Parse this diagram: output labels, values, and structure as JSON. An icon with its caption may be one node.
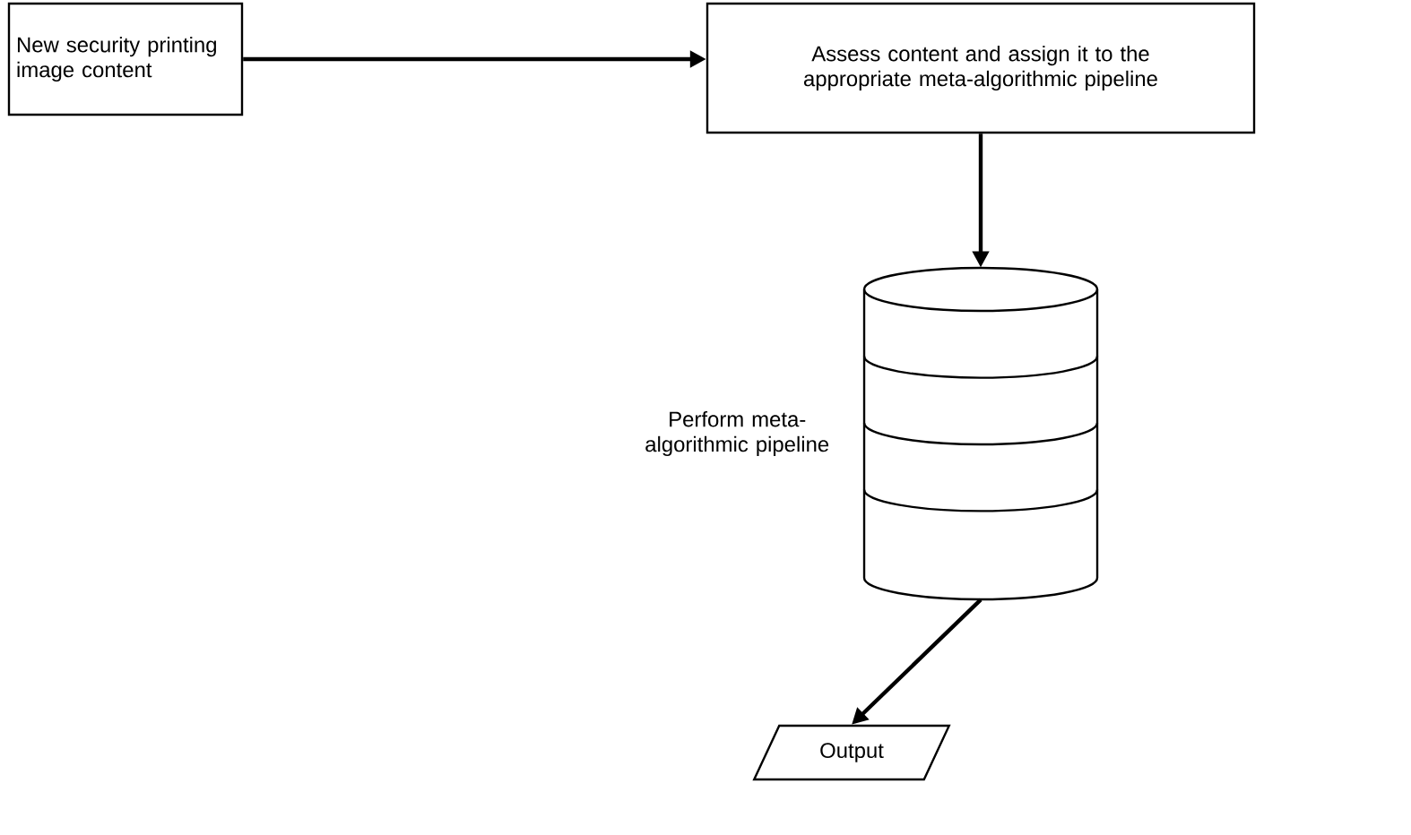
{
  "diagram": {
    "nodes": [
      {
        "text": [
          "New security printing image content"
        ]
      },
      {
        "text": [
          "Assess content and assign it to the appropriate meta-algorithmic pipeline"
        ]
      },
      {
        "text": [],
        "shape": "cylinder",
        "beside": [
          "Perform meta-algorithmic pipeline"
        ]
      },
      {
        "text": [
          "Output"
        ]
      }
    ],
    "edges": [
      {
        "from": 0,
        "to": 1,
        "arrow": "to"
      },
      {
        "from": 1,
        "to": 2,
        "arrow": "to"
      },
      {
        "from": 2,
        "to": 3,
        "arrow": "to"
      }
    ]
  }
}
